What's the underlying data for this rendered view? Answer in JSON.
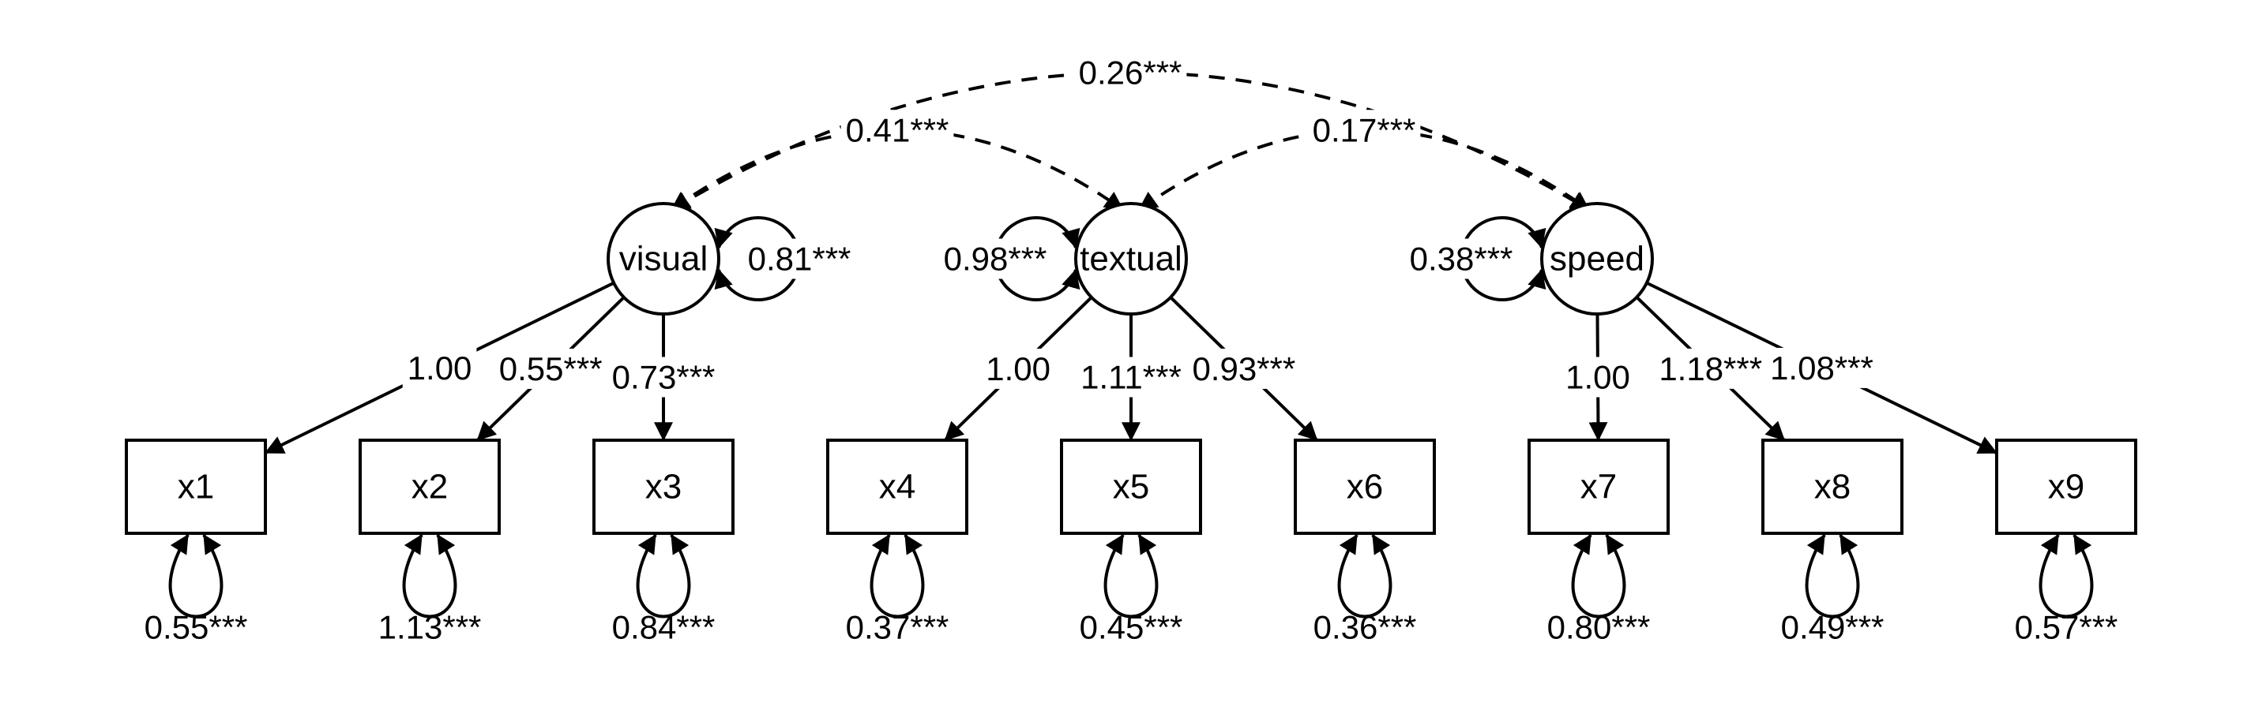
{
  "latents": [
    {
      "id": "visual",
      "label": "visual",
      "variance": "0.81***"
    },
    {
      "id": "textual",
      "label": "textual",
      "variance": "0.98***"
    },
    {
      "id": "speed",
      "label": "speed",
      "variance": "0.38***"
    }
  ],
  "indicators": [
    {
      "id": "x1",
      "label": "x1",
      "residual": "0.55***"
    },
    {
      "id": "x2",
      "label": "x2",
      "residual": "1.13***"
    },
    {
      "id": "x3",
      "label": "x3",
      "residual": "0.84***"
    },
    {
      "id": "x4",
      "label": "x4",
      "residual": "0.37***"
    },
    {
      "id": "x5",
      "label": "x5",
      "residual": "0.45***"
    },
    {
      "id": "x6",
      "label": "x6",
      "residual": "0.36***"
    },
    {
      "id": "x7",
      "label": "x7",
      "residual": "0.80***"
    },
    {
      "id": "x8",
      "label": "x8",
      "residual": "0.49***"
    },
    {
      "id": "x9",
      "label": "x9",
      "residual": "0.57***"
    }
  ],
  "loadings": [
    {
      "from": "visual",
      "to": "x1",
      "label": "1.00"
    },
    {
      "from": "visual",
      "to": "x2",
      "label": "0.55***"
    },
    {
      "from": "visual",
      "to": "x3",
      "label": "0.73***"
    },
    {
      "from": "textual",
      "to": "x4",
      "label": "1.00"
    },
    {
      "from": "textual",
      "to": "x5",
      "label": "1.11***"
    },
    {
      "from": "textual",
      "to": "x6",
      "label": "0.93***"
    },
    {
      "from": "speed",
      "to": "x7",
      "label": "1.00"
    },
    {
      "from": "speed",
      "to": "x8",
      "label": "1.18***"
    },
    {
      "from": "speed",
      "to": "x9",
      "label": "1.08***"
    }
  ],
  "covariances": [
    {
      "a": "visual",
      "b": "speed",
      "label": "0.26***"
    },
    {
      "a": "visual",
      "b": "textual",
      "label": "0.41***"
    },
    {
      "a": "textual",
      "b": "speed",
      "label": "0.17***"
    }
  ]
}
